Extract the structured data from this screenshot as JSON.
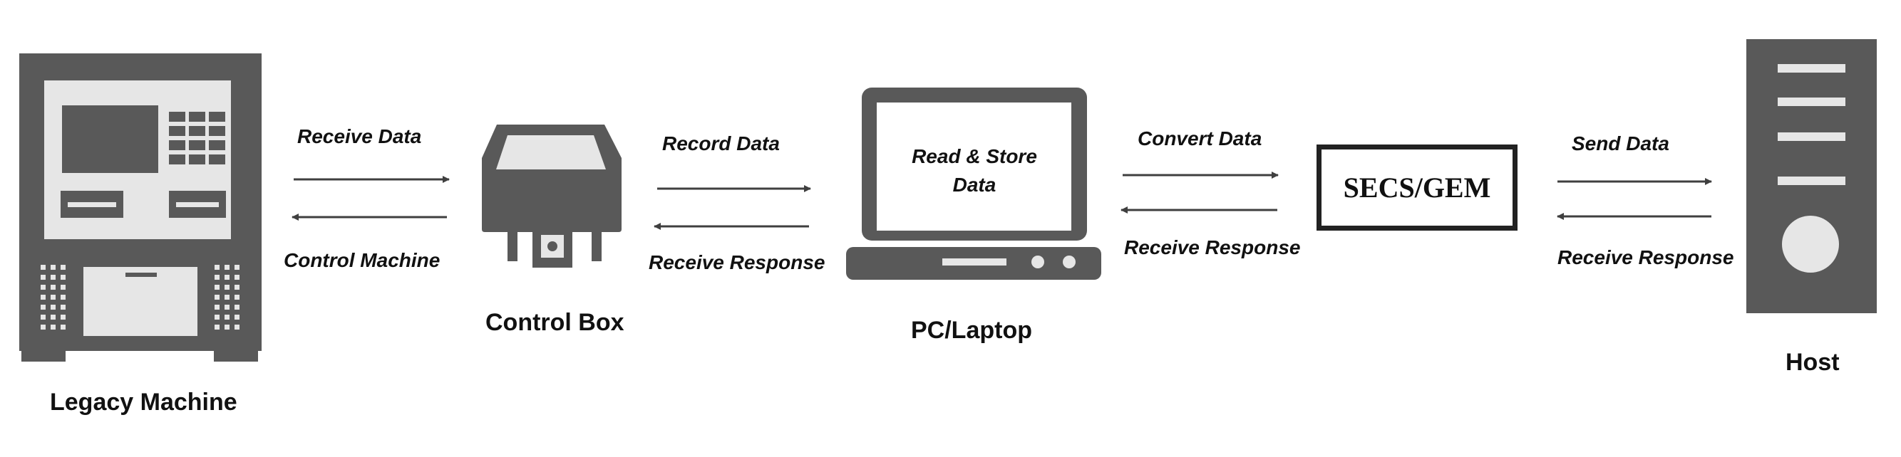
{
  "nodes": {
    "legacy_machine": "Legacy Machine",
    "control_box": "Control Box",
    "pc_laptop": "PC/Laptop",
    "laptop_screen_line1": "Read & Store",
    "laptop_screen_line2": "Data",
    "secs_gem": "SECS/GEM",
    "host": "Host"
  },
  "arrows": {
    "receive_data": "Receive Data",
    "control_machine": "Control Machine",
    "record_data": "Record Data",
    "receive_response_1": "Receive Response",
    "convert_data": "Convert Data",
    "receive_response_2": "Receive Response",
    "send_data": "Send Data",
    "receive_response_3": "Receive Response"
  },
  "colors": {
    "device": "#595959",
    "light": "#e6e6e6",
    "arrow": "#3f3f3f",
    "text": "#111111"
  },
  "icons": [
    "atm-machine-icon",
    "control-box-icon",
    "laptop-icon",
    "server-tower-icon"
  ]
}
